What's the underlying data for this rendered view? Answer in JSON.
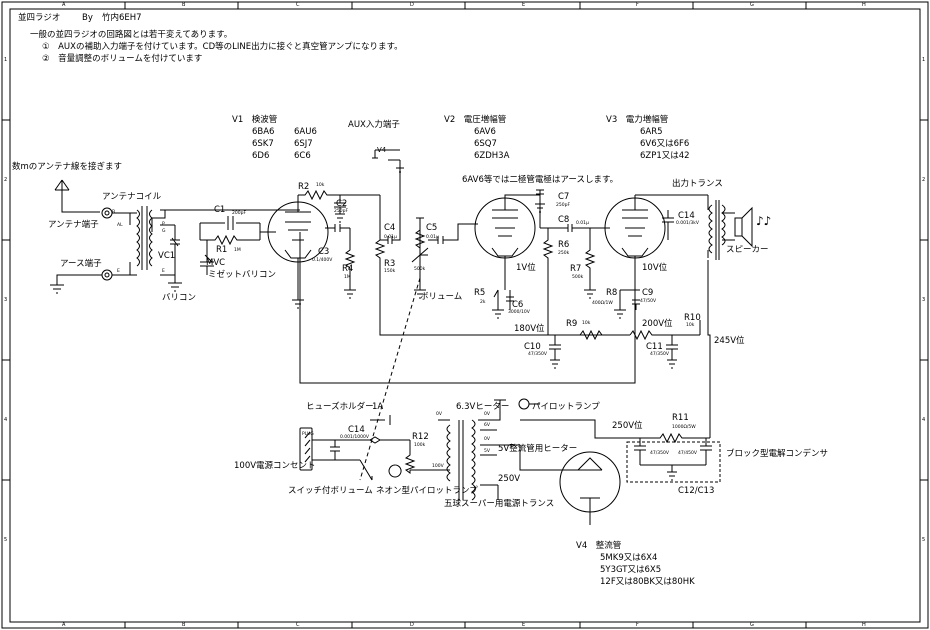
{
  "title": {
    "name": "並四ラジオ",
    "by": "By",
    "author": "竹内6EH7"
  },
  "notes": {
    "line1": "一般の並四ラジオの回路図とは若干変えてあります。",
    "line2": "①　AUXの補助入力端子を付けています。CD等のLINE出力に接ぐと真空管アンプになります。",
    "line3": "②　音量調整のボリュームを付けています"
  },
  "border": {
    "col_letters": [
      "A",
      "B",
      "C",
      "D",
      "E",
      "F",
      "G",
      "H"
    ],
    "row_numbers": [
      "1",
      "2",
      "3",
      "4",
      "5"
    ]
  },
  "tubes": {
    "v1": {
      "label": "V1　検波管",
      "types": [
        "6BA6",
        "6SK7",
        "6D6"
      ],
      "alt_types": [
        "6AU6",
        "6SJ7",
        "6C6"
      ]
    },
    "v2": {
      "label": "V2　電圧増幅管",
      "types": [
        "6AV6",
        "6SQ7",
        "6ZDH3A"
      ],
      "note": "6AV6等では二極管電極はアースします。"
    },
    "v3": {
      "label": "V3　電力増幅管",
      "types": [
        "6AR5",
        "6V6又は6F6",
        "6ZP1又は42"
      ]
    },
    "v4": {
      "label": "V4　整流管",
      "types": [
        "5MK9又は6X4",
        "5Y3GT又は6X5",
        "12F又は80BK又は80HK"
      ]
    }
  },
  "labels": {
    "aux_terminal": "AUX入力端子",
    "antenna_wire": "数mのアンテナ線を接ぎます",
    "antenna_coil": "アンテナコイル",
    "antenna_terminal": "アンテナ端子",
    "earth_terminal": "アース端子",
    "varicon": "バリコン",
    "mvc": "MVC",
    "midget_varicon": "ミゼットバリコン",
    "vc1": "VC1",
    "volume": "ボリューム",
    "output_transformer": "出力トランス",
    "speaker": "スピーカー",
    "music_note": "♪♪",
    "fuse_holder": "ヒューズホルダー",
    "fuse_rating": "1A",
    "outlet": "100V電源コンセント",
    "switch_volume": "スイッチ付ボリューム",
    "neon_lamp": "ネオン型パイロットランプ",
    "power_transformer": "五球スーパー用電源トランス",
    "heater_63": "6.3Vヒーター",
    "pilot_lamp": "パイロットランプ",
    "rect_heater": "5V整流管用ヒーター",
    "v250": "250V",
    "block_cap": "ブロック型電解コンデンサ",
    "plug": "PLUG",
    "coil_p": "P",
    "coil_g": "G",
    "coil_e": "E",
    "coil_b": "B",
    "coil_al": "AL",
    "coil_e2": "E",
    "mark_v4": "V4",
    "pt_0v": "0V",
    "pt_100v": "100V",
    "pt_0v_b": "0V",
    "pt_6v": "6V",
    "pt_0v_c": "0V",
    "pt_5v": "5V"
  },
  "levels": {
    "v2_k": "1V位",
    "v3_k": "10V位",
    "b180": "180V位",
    "b200": "200V位",
    "b245": "245V位",
    "b250": "250V位"
  },
  "parts": {
    "R1": {
      "ref": "R1",
      "value": "1M"
    },
    "R2": {
      "ref": "R2",
      "value": "10k"
    },
    "R3": {
      "ref": "R3",
      "value": "150k"
    },
    "R4": {
      "ref": "R4",
      "value": "1M"
    },
    "R5": {
      "ref": "R5",
      "value": "2k"
    },
    "R6": {
      "ref": "R6",
      "value": "250k"
    },
    "R7": {
      "ref": "R7",
      "value": "500k"
    },
    "R8": {
      "ref": "R8",
      "value": "400Ω/1W"
    },
    "R9": {
      "ref": "R9",
      "value": "10k"
    },
    "R10": {
      "ref": "R10",
      "value": "10k"
    },
    "R11": {
      "ref": "R11",
      "value": "1000Ω/5W"
    },
    "R12": {
      "ref": "R12",
      "value": "100k"
    },
    "C1": {
      "ref": "C1",
      "value": "200pF"
    },
    "C2": {
      "ref": "C2",
      "value": "250pF"
    },
    "C3": {
      "ref": "C3",
      "value": "0.1/400V"
    },
    "C4": {
      "ref": "C4",
      "value": "0.01μ"
    },
    "C5": {
      "ref": "C5",
      "value": "0.01μ"
    },
    "C6": {
      "ref": "C6",
      "value": "3000/10V"
    },
    "C7": {
      "ref": "C7",
      "value": "250pF"
    },
    "C8": {
      "ref": "C8",
      "value": "0.01μ"
    },
    "C9": {
      "ref": "C9",
      "value": "47/50V"
    },
    "C10": {
      "ref": "C10",
      "value": "47/350V"
    },
    "C11": {
      "ref": "C11",
      "value": "47/350V"
    },
    "C14a": {
      "ref": "C14",
      "value": "0.001/3kV"
    },
    "C14b": {
      "ref": "C14",
      "value": "0.001/1000V"
    },
    "C12": {
      "value": "47/350V"
    },
    "C13": {
      "value": "47/450V"
    },
    "C1213": {
      "ref": "C12/C13"
    },
    "VR1": {
      "value": "500k"
    }
  }
}
